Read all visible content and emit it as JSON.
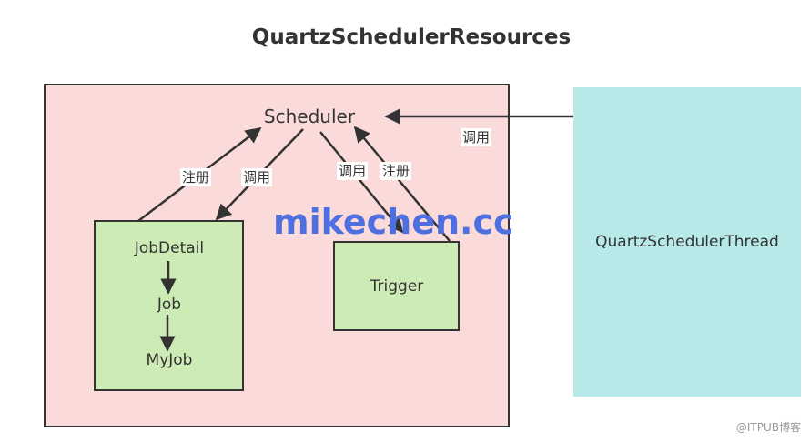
{
  "title": "QuartzSchedulerResources",
  "nodes": {
    "scheduler": "Scheduler",
    "job_detail": "JobDetail",
    "job": "Job",
    "my_job": "MyJob",
    "trigger": "Trigger",
    "scheduler_thread": "QuartzSchedulerThread"
  },
  "edges": {
    "jobdetail_to_scheduler": "注册",
    "scheduler_to_jobdetail": "调用",
    "scheduler_to_trigger": "调用",
    "trigger_to_scheduler": "注册",
    "thread_to_scheduler": "调用"
  },
  "colors": {
    "container_fill": "#fadbda",
    "node_fill": "#cdecb5",
    "thread_fill": "#b7e9e9",
    "stroke": "#333333",
    "watermark": "#4d6fe0"
  },
  "watermark": "mikechen.cc",
  "credit": "@ITPUB博客"
}
